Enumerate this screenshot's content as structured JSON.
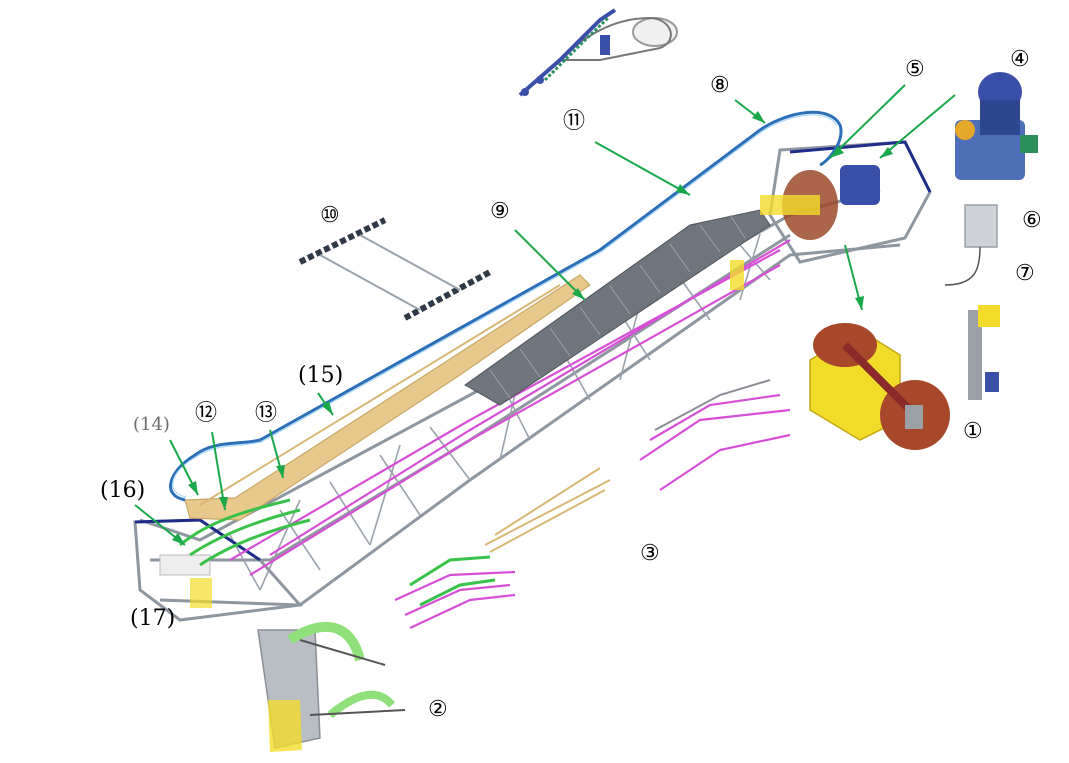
{
  "labels": {
    "l1": "①",
    "l2": "②",
    "l3": "③",
    "l4": "④",
    "l5": "⑤",
    "l6": "⑥",
    "l7": "⑦",
    "l8": "⑧",
    "l9": "⑨",
    "l10": "⑩",
    "l11": "⑪",
    "l12": "⑫",
    "l13": "⑬",
    "l14": "(14)",
    "l15": "(15)",
    "l16": "(16)",
    "l17": "(17)"
  },
  "colors": {
    "truss": "#8e96a0",
    "frame_edge": "#1f2d8a",
    "callout_arrow": "#1aa84a",
    "step_chain_track": "#d64fd6",
    "comb_guide": "#39c24a",
    "skirt_panel": "#d8b777",
    "handrail": "#2c6fb8",
    "drive_sprocket": "#9b4a2a",
    "bracket_yellow": "#f2dc2a",
    "motor_blue": "#3a4fa8",
    "step_grey": "#6f757c"
  }
}
